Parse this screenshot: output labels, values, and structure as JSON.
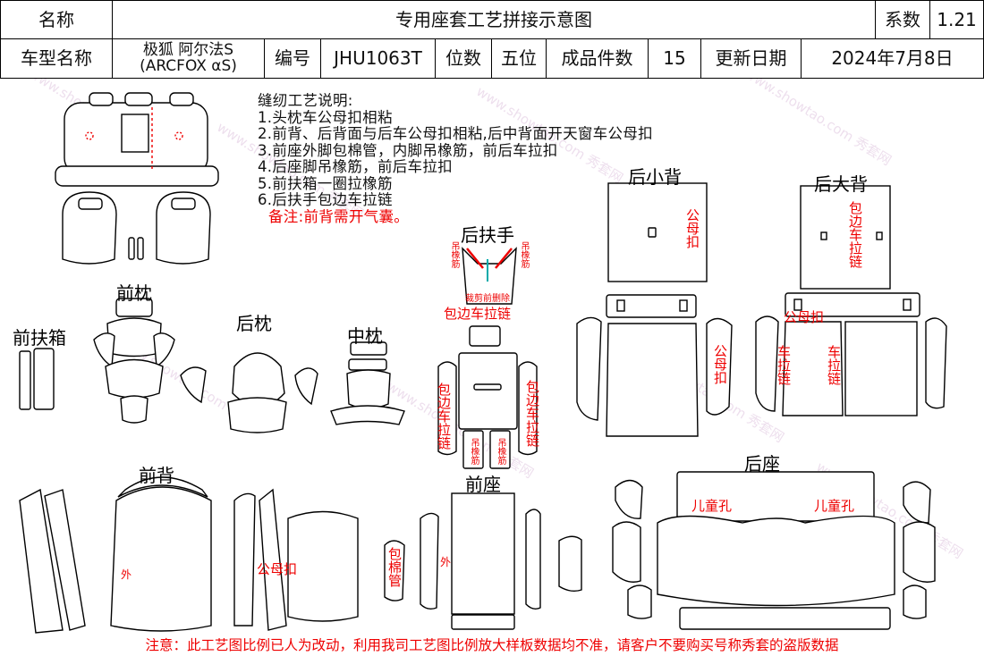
{
  "header": {
    "name_label": "名称",
    "title": "专用座套工艺拼接示意图",
    "coef_label": "系数",
    "coef_value": "1.21",
    "model_label": "车型名称",
    "model_line1": "极狐 阿尔法S",
    "model_line2": "(ARCFOX αS)",
    "code_label": "编号",
    "code_value": "JHU1063T",
    "seats_label": "位数",
    "seats_value": "五位",
    "pieces_label": "成品件数",
    "pieces_value": "15",
    "date_label": "更新日期",
    "date_value": "2024年7月8日"
  },
  "notes": {
    "heading": "缝纫工艺说明:",
    "items": [
      "1.头枕车公母扣相粘",
      "2.前背、后背面与后车公母扣相粘,后中背面开天窗车公母扣",
      "3.前座外脚包棉管，内脚吊橡筋，前后车拉扣",
      "4.后座脚吊橡筋，前后车拉扣",
      "5.前扶箱一圈拉橡筋",
      "6.后扶手包边车拉链"
    ],
    "remark": "备注:前背需开气囊。"
  },
  "parts": {
    "front_headrest": "前枕",
    "front_armbox": "前扶箱",
    "rear_headrest": "后枕",
    "mid_headrest": "中枕",
    "rear_armrest": "后扶手",
    "rear_small_back": "后小背",
    "rear_big_back": "后大背",
    "front_back": "前背",
    "front_seat": "前座",
    "rear_seat": "后座"
  },
  "annotations": {
    "hang_elastic": "吊橡筋",
    "cut_remove": "裁剪前删除",
    "edge_zipper": "包边车拉链",
    "edge_zipper_short": "包边车拉链",
    "snap": "公母扣",
    "snap2": "公母扣",
    "edge_zip_big": "包边车拉链",
    "zipper": "车拉链",
    "outer": "外",
    "wrap_foam": "包棉管",
    "child_hole": "儿童孔"
  },
  "footer": "注意：此工艺图比例已人为改动，利用我司工艺图比例放大样板数据均不准，请客户不要购买号称秀套的盗版数据",
  "watermark": "www.showtao.com 秀套网",
  "colors": {
    "annotation": "#e00000",
    "line": "#000000",
    "watermark": "#d9b9d9"
  }
}
